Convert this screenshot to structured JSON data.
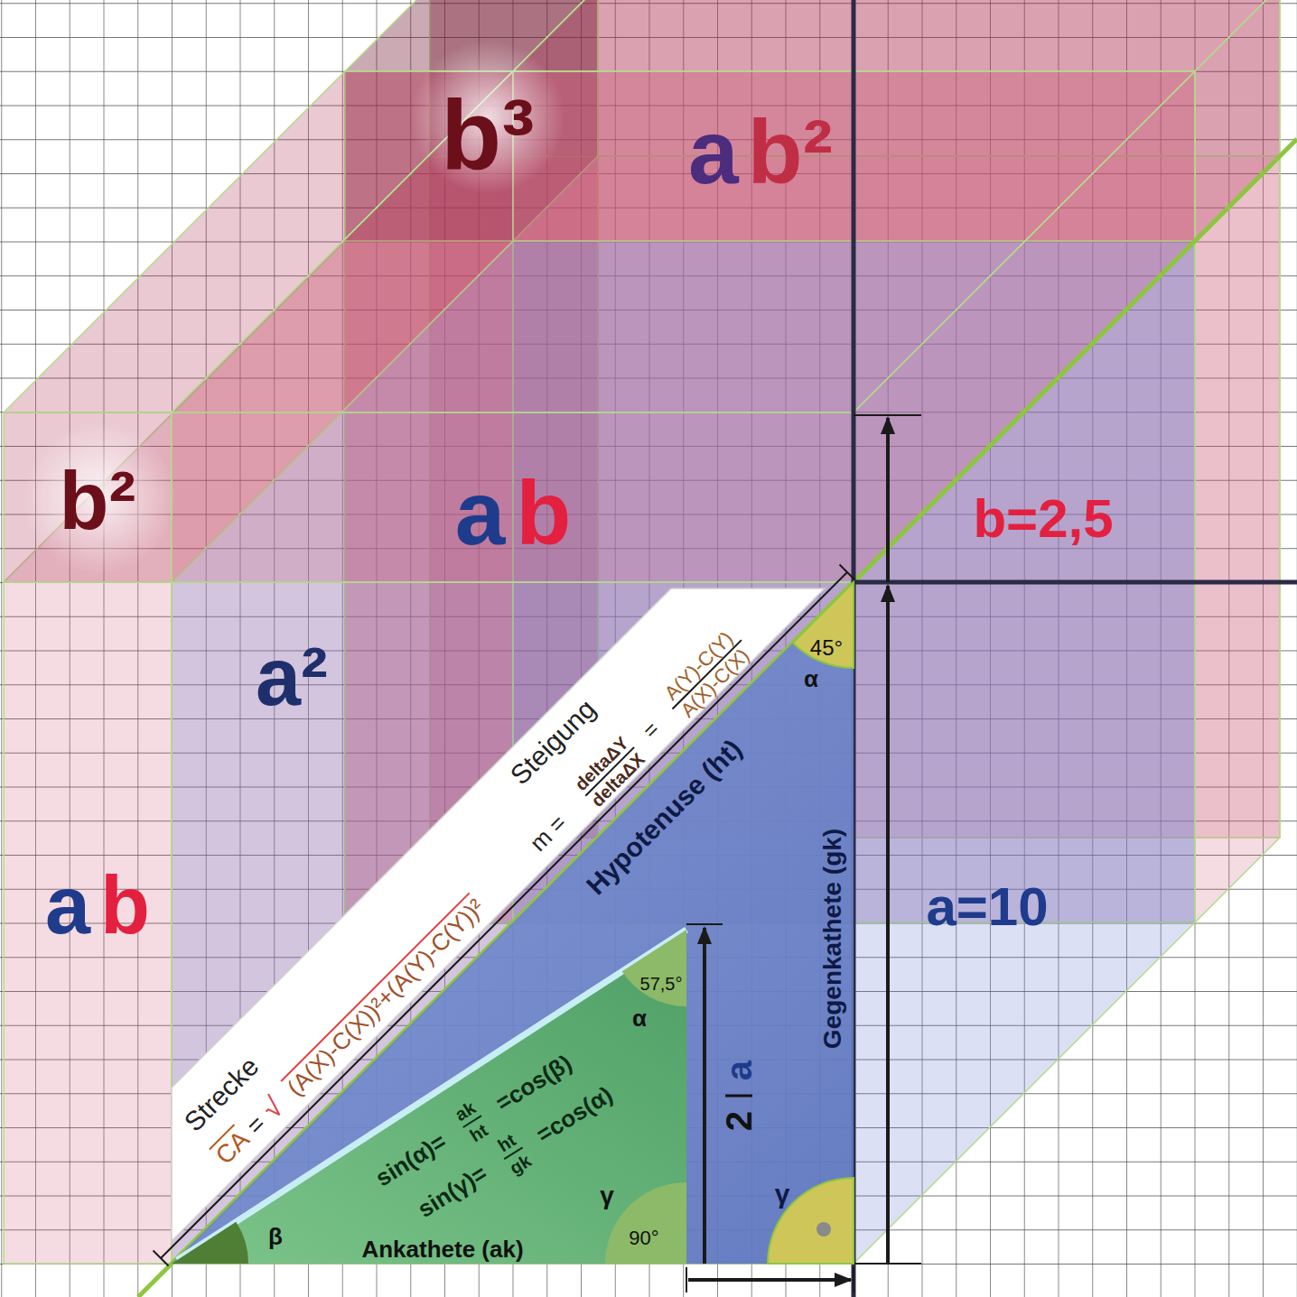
{
  "diagram": {
    "nodes": [
      {
        "text": [
          "b³"
        ]
      },
      {
        "text": [
          "ab²"
        ]
      },
      {
        "text": [
          "b²"
        ]
      },
      {
        "text": [
          "ab"
        ]
      },
      {
        "text": [
          "a²"
        ]
      },
      {
        "text": [
          "ab"
        ]
      },
      {
        "text": [
          "Strecke",
          "CA",
          "=",
          "√",
          "(A(X)-C(X))²+(A(Y)-C(Y))²",
          "Steigung",
          "m =",
          "deltaΔY",
          "deltaΔX",
          "=",
          "A(Y)-C(Y)",
          "A(X)-C(X)"
        ]
      },
      {
        "text": [
          "45°",
          "α",
          "Hypotenuse (ht)",
          "Gegenkathete (gk)",
          "γ"
        ]
      },
      {
        "text": [
          "57,5°",
          "α",
          "sin(α)=",
          "ak",
          "ht",
          "=cos(β)",
          "sin(γ)=",
          "ht",
          "gk",
          "=cos(α)",
          "γ",
          "β",
          "Ankathete (ak)",
          "90°"
        ],
        "in": 7
      }
    ],
    "labels": [
      "b=2,5",
      "a=10",
      "a",
      "2"
    ]
  }
}
